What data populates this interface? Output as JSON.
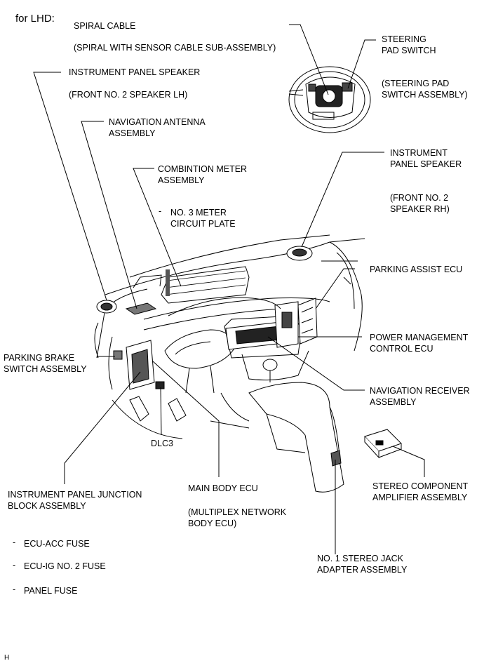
{
  "header": "for LHD:",
  "footer_mark": "H",
  "labels": {
    "spiral_cable": "SPIRAL CABLE",
    "spiral_cable_sub": "(SPIRAL WITH SENSOR CABLE SUB-ASSEMBLY)",
    "steering_pad_1": "STEERING",
    "steering_pad_2": "PAD SWITCH",
    "steering_pad_sub1": "(STEERING PAD",
    "steering_pad_sub2": "SWITCH ASSEMBLY)",
    "ip_speaker_lh": "INSTRUMENT PANEL SPEAKER",
    "ip_speaker_lh_sub": "(FRONT NO. 2 SPEAKER LH)",
    "nav_antenna_1": "NAVIGATION ANTENNA",
    "nav_antenna_2": "ASSEMBLY",
    "ip_speaker_rh_1": "INSTRUMENT",
    "ip_speaker_rh_2": "PANEL SPEAKER",
    "ip_speaker_rh_sub1": "(FRONT NO. 2",
    "ip_speaker_rh_sub2": "SPEAKER RH)",
    "meter_1": "COMBINTION METER",
    "meter_2": "ASSEMBLY",
    "meter_dash": "-",
    "meter_plate_1": "NO. 3 METER",
    "meter_plate_2": "CIRCUIT PLATE",
    "parking_assist": "PARKING ASSIST ECU",
    "power_mgmt_1": "POWER MANAGEMENT",
    "power_mgmt_2": "CONTROL ECU",
    "parking_brake_1": "PARKING BRAKE",
    "parking_brake_2": "SWITCH ASSEMBLY",
    "nav_receiver_1": "NAVIGATION RECEIVER",
    "nav_receiver_2": "ASSEMBLY",
    "dlc3": "DLC3",
    "junction_1": "INSTRUMENT PANEL JUNCTION",
    "junction_2": "BLOCK ASSEMBLY",
    "fuse_dash": "-",
    "fuse_1": "ECU-ACC FUSE",
    "fuse_2": "ECU-IG NO. 2 FUSE",
    "fuse_3": "PANEL FUSE",
    "main_body_1": "MAIN BODY ECU",
    "main_body_sub1": "(MULTIPLEX NETWORK",
    "main_body_sub2": "BODY ECU)",
    "stereo_amp_1": "STEREO COMPONENT",
    "stereo_amp_2": "AMPLIFIER ASSEMBLY",
    "stereo_jack_1": "NO. 1 STEREO JACK",
    "stereo_jack_2": "ADAPTER ASSEMBLY"
  }
}
